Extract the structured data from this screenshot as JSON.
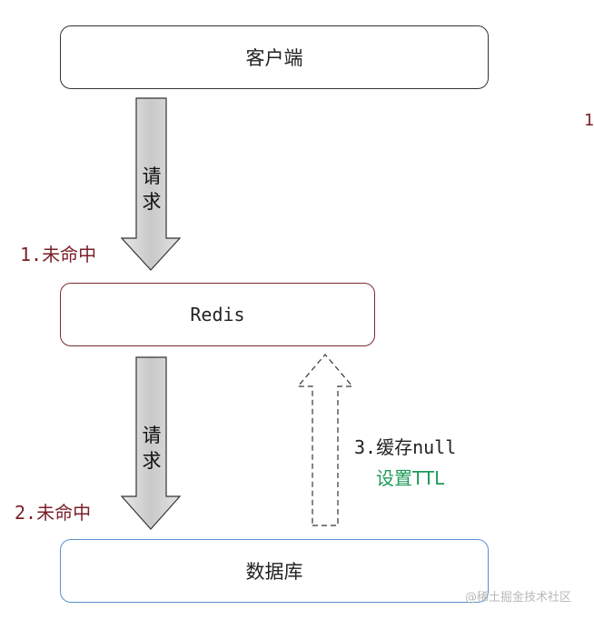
{
  "nodes": {
    "client": "客户端",
    "redis": "Redis",
    "database": "数据库"
  },
  "edges": {
    "request_1": "请求",
    "request_2": "请求",
    "miss_1": "1.未命中",
    "miss_2": "2.未命中",
    "cache_null": "3.缓存null",
    "set_ttl": "设置TTL"
  },
  "colors": {
    "miss": "#7a1f28",
    "ttl": "#1f9a5a",
    "redis_border": "#7a2a30",
    "db_border": "#5a8fd0",
    "arrow_fill": "#cfcfcf"
  },
  "watermark": "@稀土掘金技术社区",
  "edge_mark": "1"
}
